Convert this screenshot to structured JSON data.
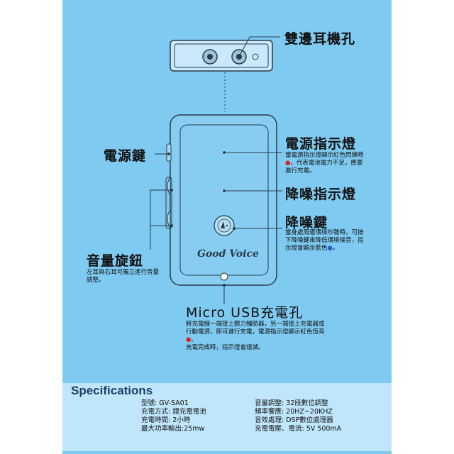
{
  "labels": {
    "headphone_jack": "雙邊耳機孔",
    "power_key": "電源鍵",
    "power_indicator": "電源指示燈",
    "power_indicator_note_a": "當電源指示燈顯示紅色閃爍時",
    "power_indicator_note_b": "，代表電池電力不足，應要進行充電。",
    "nr_indicator": "降噪指示燈",
    "nr_key": "降噪鍵",
    "nr_key_note_a": "當身處周遭環境吵雜時，可按下降噪鍵來降低環境噪音，指示燈會顯示藍色",
    "nr_key_note_b": "。",
    "volume_knob": "音量旋鈕",
    "volume_note": "左耳與右耳可獨立進行音量調整。",
    "usb_port": "Micro USB充電孔",
    "usb_note_a": "將充電線一端接上聽力輔助器，另一端接上充電器或行動電源，即可進行充電，電源指示燈顯示紅色恆亮",
    "usb_note_b": "。",
    "usb_note_c": "充電完成時，指示燈會熄滅。"
  },
  "brand": "Good Voice",
  "specs": {
    "title": "Specifications",
    "left": [
      "型號: GV-SA01",
      "充電方式: 鋰充電電池",
      "充電時間: 2小時",
      "最大功率輸出:25mw"
    ],
    "right": [
      "音量調整: 32段數位調整",
      "頻率響應: 20HZ~20KHZ",
      "音效處理: DSP數位處理器",
      "充電電壓、電流: 5V 500mA"
    ]
  },
  "colors": {
    "background": "#7ecaf0",
    "device_outline": "#2b3b4a",
    "indicator_red": "#e02020",
    "indicator_blue": "#1a5fd0"
  }
}
